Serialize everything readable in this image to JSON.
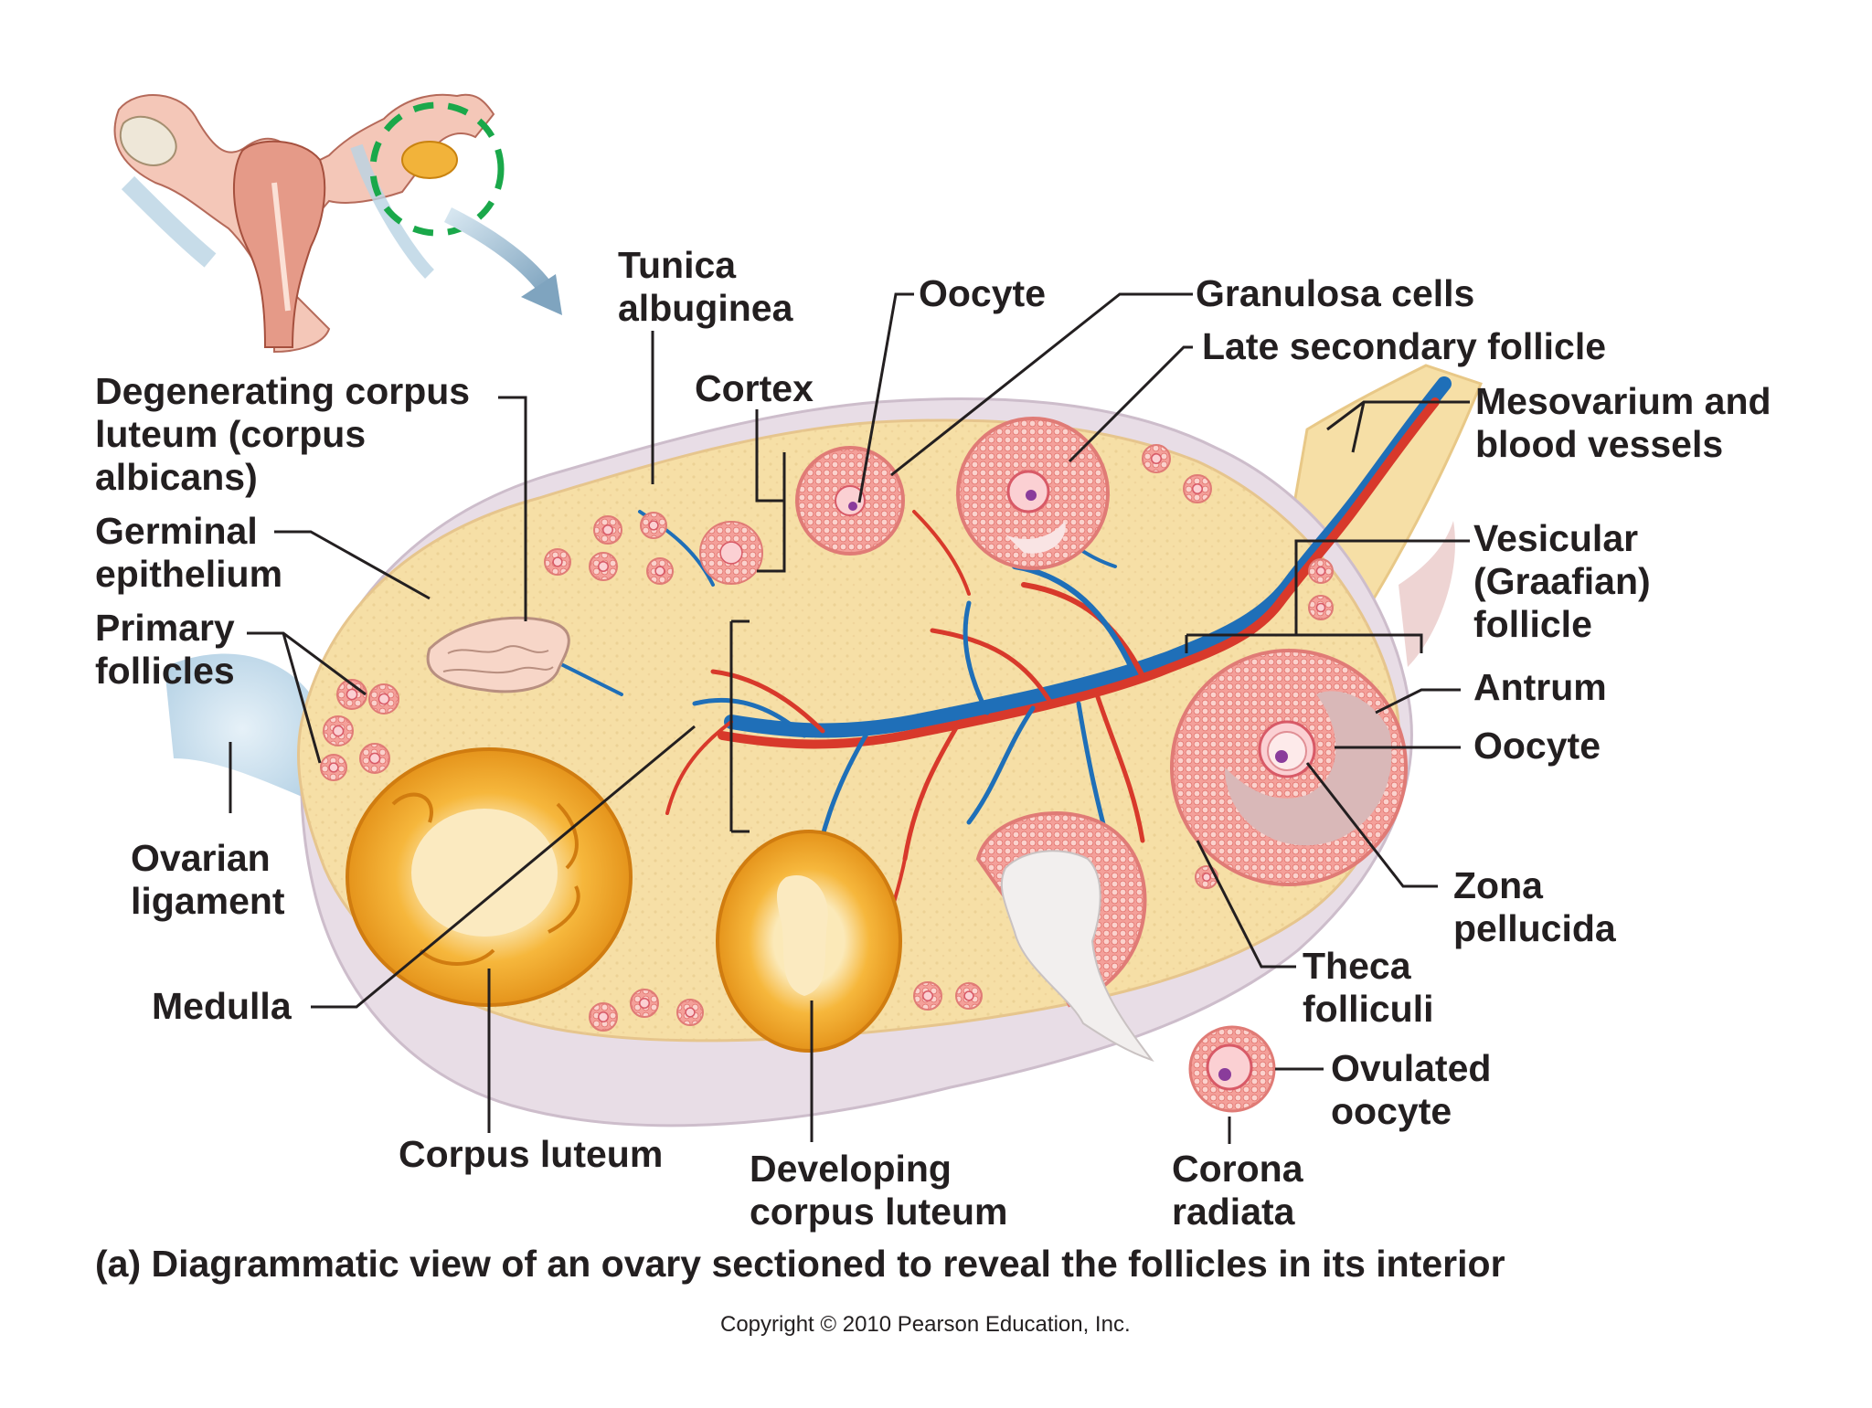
{
  "labels": {
    "tunica_albuginea": [
      "Tunica",
      "albuginea"
    ],
    "oocyte_top": [
      "Oocyte"
    ],
    "granulosa_cells": [
      "Granulosa cells"
    ],
    "late_secondary_follicle": [
      "Late secondary follicle"
    ],
    "cortex": [
      "Cortex"
    ],
    "mesovarium": [
      "Mesovarium and",
      "blood vessels"
    ],
    "degenerating_corpus_luteum": [
      "Degenerating corpus",
      "luteum (corpus",
      "albicans)"
    ],
    "germinal_epithelium": [
      "Germinal",
      "epithelium"
    ],
    "primary_follicles": [
      "Primary",
      "follicles"
    ],
    "vesicular_follicle": [
      "Vesicular",
      "(Graafian)",
      "follicle"
    ],
    "antrum": [
      "Antrum"
    ],
    "oocyte_right": [
      "Oocyte"
    ],
    "ovarian_ligament": [
      "Ovarian",
      "ligament"
    ],
    "zona_pellucida": [
      "Zona",
      "pellucida"
    ],
    "theca_folliculi": [
      "Theca",
      "folliculi"
    ],
    "medulla": [
      "Medulla"
    ],
    "ovulated_oocyte": [
      "Ovulated",
      "oocyte"
    ],
    "corpus_luteum": [
      "Corpus luteum"
    ],
    "developing_corpus_luteum": [
      "Developing",
      "corpus luteum"
    ],
    "corona_radiata": [
      "Corona",
      "radiata"
    ]
  },
  "caption": "(a) Diagrammatic view of an ovary sectioned to reveal the follicles in its interior",
  "copyright": "Copyright © 2010 Pearson Education, Inc.",
  "colors": {
    "ovary_fill": "#f6dfa6",
    "capsule": "#e9dde3",
    "follicle_pink": "#f08a85",
    "corpus_luteum": "#f3a526",
    "vessel_red": "#d8392b",
    "vessel_blue": "#1f6fb8",
    "highlight_circle": "#1aa84a",
    "label_text": "#231f20"
  }
}
